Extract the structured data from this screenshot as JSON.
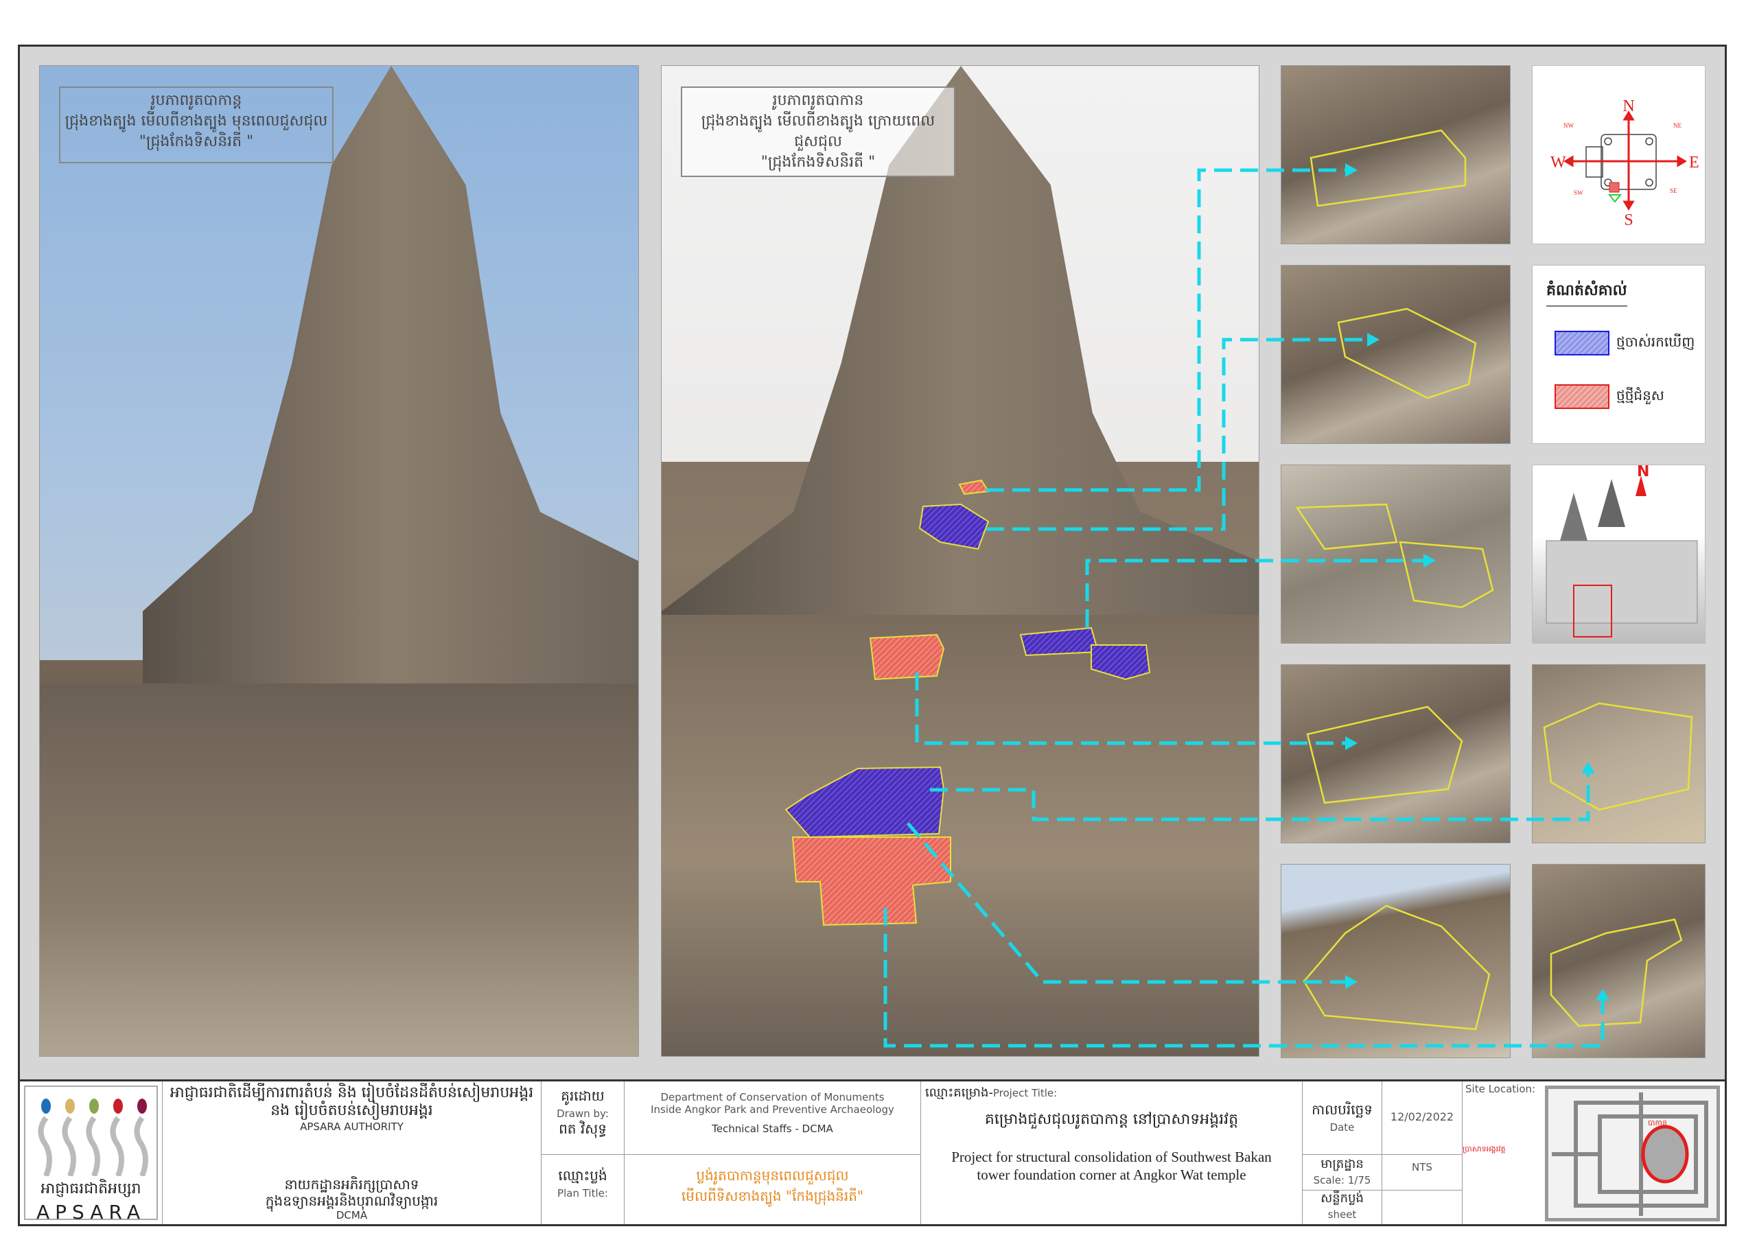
{
  "photos": {
    "left_caption": {
      "line1": "រូបភាពរូតបាកាន្ត",
      "line2": "ជ្រុងខាងត្បូង មើលពីខាងត្បូង មុនពេលជួសជុល",
      "line3": "\"ជ្រុងកែងទិសនិរតី \""
    },
    "middle_caption": {
      "line1": "រូបភាពរូតបាកាន",
      "line2": "ជ្រុងខាងត្បូង មើលពីខាងត្បូង ក្រោយពេលជួសជុល",
      "line3": "\"ជ្រុងកែងទិសនិរតី \""
    }
  },
  "compass": {
    "n": "N",
    "s": "S",
    "e": "E",
    "w": "W",
    "nw": "NW",
    "ne": "NE",
    "sw": "SW",
    "se": "SE"
  },
  "legend": {
    "title": "គំណត់សំគាល់",
    "items": [
      {
        "label": "ថ្មចាស់រកឃើញ",
        "color": "#3a3adf"
      },
      {
        "label": "ថ្មថ្មីជំនួស",
        "color": "#e83a3a"
      }
    ]
  },
  "location_map": {
    "north": "N"
  },
  "colors": {
    "arrow": "#19d8e8",
    "old_stone": "#4a2fb8",
    "new_stone": "#e8675a",
    "outline": "#e8e03a"
  },
  "title_block": {
    "authority_kh_1": "អាជ្ញាធរជាតិដើម្បីការពារតំបន់ និង រៀបចំដែនដីតំបន់សៀមរាបអង្គរ",
    "authority_kh_2": "នង រៀបចំតបន់សៀមរាបអង្គរ",
    "authority_en": "APSARA AUTHORITY",
    "dept_kh_1": "នាយកដ្ឋានអភិរក្សប្រាសាទ",
    "dept_kh_2": "ក្នុងឧទ្យានអង្គរនិងបុរាណវិទ្យាបង្ការ",
    "dept_en": "DCMA",
    "logo_kh": "អាជ្ញាធរជាតិអប្សរា",
    "logo_en": "APSARA",
    "drawn_by_kh": "គូរដោយ",
    "drawn_by_en": "Drawn by:",
    "drawn_by_name": "ពត វិសុទ្ធ",
    "dept_full_1": "Department of Conservation of Monuments",
    "dept_full_2": "Inside Angkor Park and Preventive Archaeology",
    "staff": "Technical Staffs - DCMA",
    "plan_title_kh": "ឈ្មោះប្លង់",
    "plan_title_en": "Plan Title:",
    "plan_title_1": "ប្លង់រូតបាកាន្តមុនពេលជួសជុល",
    "plan_title_2": "មើលពីទិសខាងត្បូង \"កែងជ្រុងនិរតី\"",
    "project_title_kh": "ឈ្មោះគម្រោង-",
    "project_title_en": "Project Title:",
    "project_kh": "គម្រោងជួសជុលរូតបាកាន្ត នៅប្រាសាទអង្គរវត្ត",
    "project_en": "Project for structural consolidation of Southwest Bakan tower foundation corner at Angkor Wat temple",
    "date_kh": "កាលបរិច្ឆេទ",
    "date_en": "Date",
    "date_value": "12/02/2022",
    "scale_kh": "មាត្រដ្ឋាន",
    "scale_en": "Scale: 1/75",
    "scale_value": "NTS",
    "sheet_kh": "សន្លឹកប្លង់",
    "sheet_en": "sheet",
    "site_location": "Site Location:",
    "site_label_1": "បាកាន្ត",
    "site_label_2": "ប្រាសាទអង្គរវត្ត"
  }
}
